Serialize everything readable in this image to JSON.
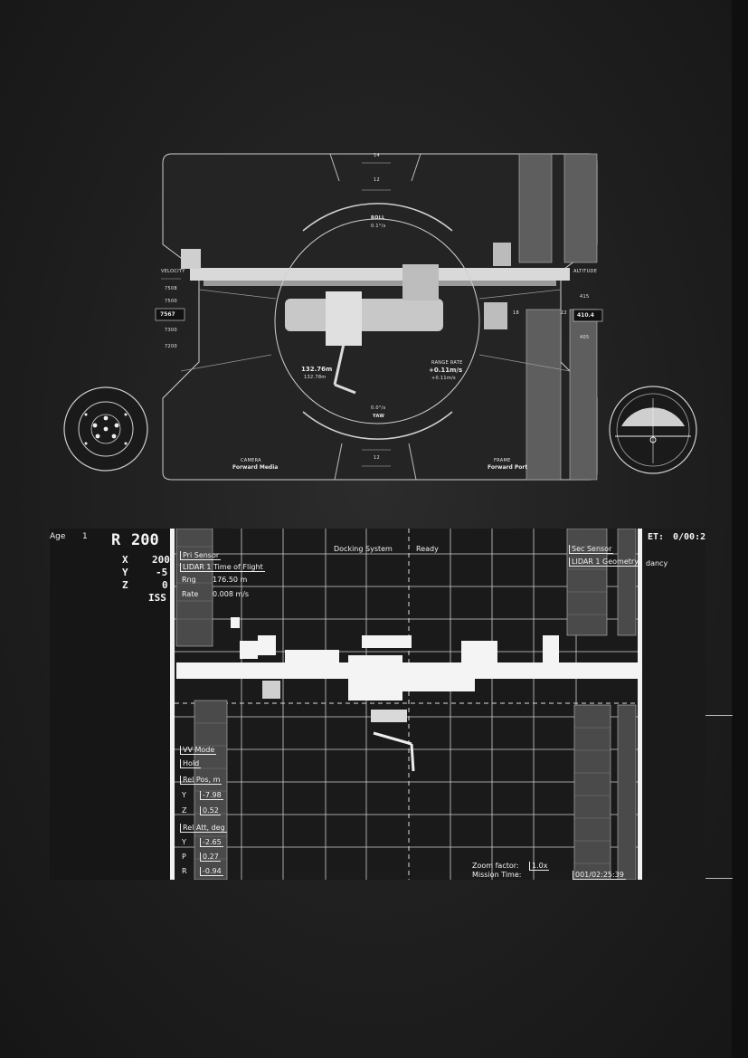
{
  "hud": {
    "pitch_top_1": "14",
    "pitch_top_2": "12",
    "pitch_bottom": "12",
    "roll_label": "ROLL",
    "roll_rate": "0.1°/s",
    "yaw_label": "YAW",
    "yaw_rate": "0.0°/s",
    "velocity_label": "VELOCITY",
    "velocity_ticks": [
      "7508",
      "7500",
      "7300",
      "7200"
    ],
    "velocity_value": "7567",
    "altitude_label": "ALTITUDE",
    "altitude_ticks": [
      "415",
      "405"
    ],
    "altitude_value": "410.4",
    "range_value": "132.76m",
    "range_sub": "132.78m",
    "range_rate_label": "RANGE RATE",
    "range_rate_value": "+0.11m/s",
    "range_rate_sub": "+0.11m/s",
    "camera_label": "CAMERA",
    "camera_value": "Forward Media",
    "frame_label": "FRAME",
    "frame_value": "Forward Port",
    "marker_left": "18",
    "marker_right": "22"
  },
  "dock": {
    "age_label": "Age",
    "age_value": "1",
    "r_label": "R",
    "r_value": "200",
    "x_label": "X",
    "x_value": "200",
    "y_label": "Y",
    "y_value": "-5",
    "z_label": "Z",
    "z_value": "0",
    "iss_label": "ISS",
    "pri_sensor_label": "Pri Sensor",
    "pri_sensor_value": "LIDAR 1 Time of Flight",
    "rng_label": "Rng",
    "rng_value": "176.50 m",
    "rate_label": "Rate",
    "rate_value": "0.008 m/s",
    "docking_system_label": "Docking System",
    "docking_status": "Ready",
    "sec_sensor_label": "Sec Sensor",
    "sec_sensor_value": "LIDAR 1 Geometry",
    "redundancy_partial": "dancy",
    "et_label": "ET:",
    "et_value": "0/00:2",
    "vv_mode_label": "VV Mode",
    "vv_mode_value": "Hold",
    "rel_pos_label": "Rel Pos, m",
    "rel_pos": [
      {
        "axis": "Y",
        "value": "-7.98"
      },
      {
        "axis": "Z",
        "value": "0.52"
      }
    ],
    "rel_att_label": "Rel Att, deg",
    "rel_att": [
      {
        "axis": "Y",
        "value": "-2.65"
      },
      {
        "axis": "P",
        "value": "0.27"
      },
      {
        "axis": "R",
        "value": "-0.94"
      }
    ],
    "zoom_label": "Zoom factor:",
    "zoom_value": "1.0x",
    "mission_time_label": "Mission Time:",
    "mission_time_value": "001/02:25:39"
  }
}
